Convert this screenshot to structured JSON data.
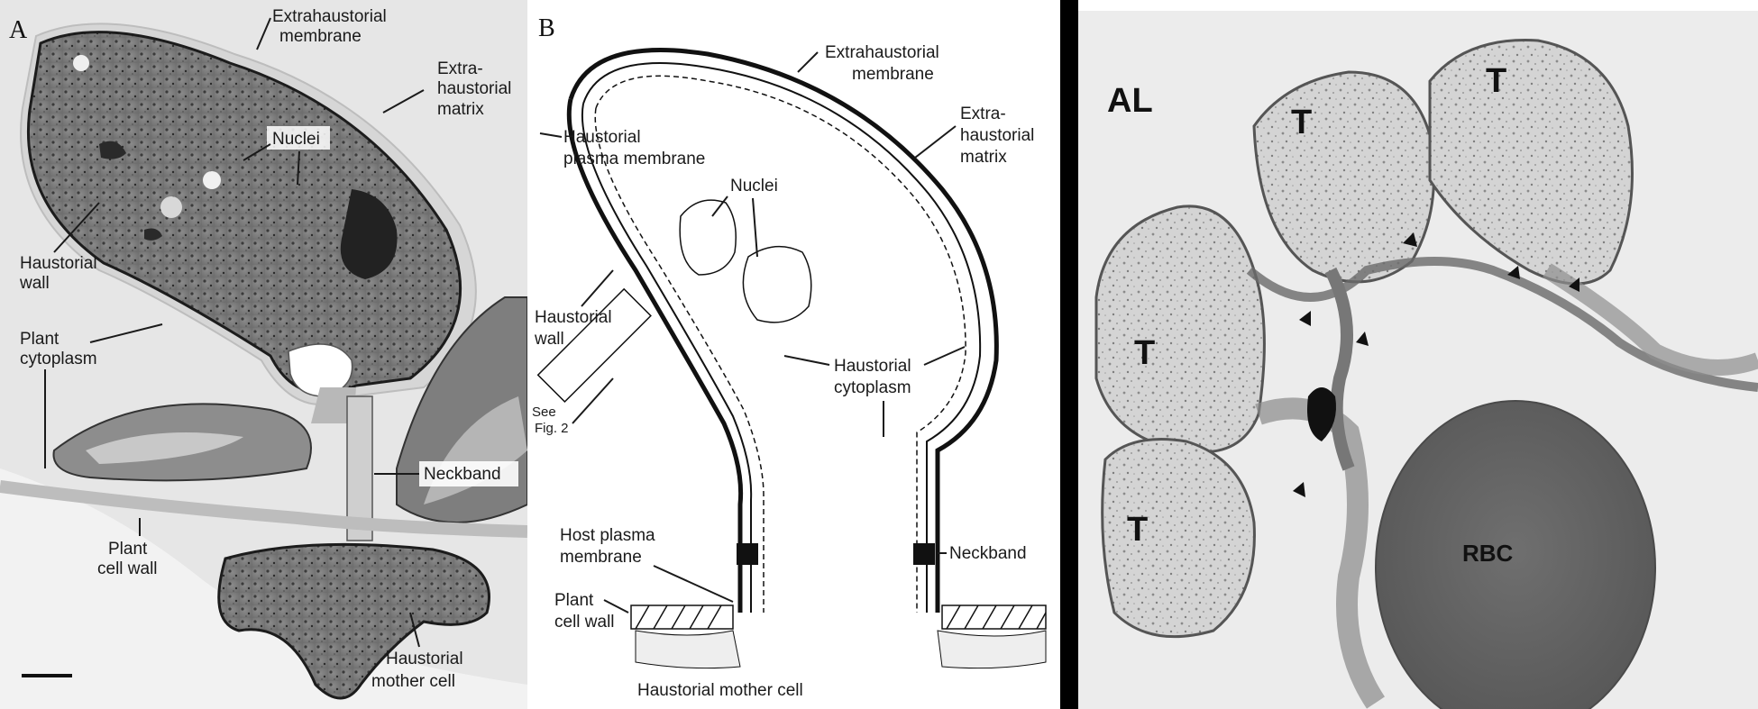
{
  "panel_a": {
    "letter": "A",
    "labels": {
      "extrahaustorial_membrane": [
        "Extrahaustorial",
        "membrane"
      ],
      "extrahaustorial_matrix": [
        "Extra-",
        "haustorial",
        "matrix"
      ],
      "nuclei": "Nuclei",
      "haustorial_wall": [
        "Haustorial",
        "wall"
      ],
      "plant_cytoplasm": [
        "Plant",
        "cytoplasm"
      ],
      "neckband": "Neckband",
      "plant_cell_wall": [
        "Plant",
        "cell wall"
      ],
      "haustorial_mother_cell": [
        "Haustorial",
        "mother cell"
      ]
    }
  },
  "panel_b": {
    "letter": "B",
    "labels": {
      "extrahaustorial_membrane": [
        "Extrahaustorial",
        "membrane"
      ],
      "extrahaustorial_matrix": [
        "Extra-",
        "haustorial",
        "matrix"
      ],
      "haustorial_plasma_membrane": [
        "Haustorial",
        "plasma membrane"
      ],
      "nuclei": "Nuclei",
      "haustorial_wall": [
        "Haustorial",
        "wall"
      ],
      "haustorial_cytoplasm": [
        "Haustorial",
        "cytoplasm"
      ],
      "see_fig": [
        "See",
        "Fig. 2"
      ],
      "host_plasma_membrane": [
        "Host plasma",
        "membrane"
      ],
      "neckband": "Neckband",
      "plant_cell_wall": [
        "Plant",
        "cell wall"
      ],
      "haustorial_mother_cell": "Haustorial mother cell"
    }
  },
  "panel_c": {
    "labels": {
      "al": "AL",
      "t": "T",
      "rbc": "RBC"
    }
  }
}
